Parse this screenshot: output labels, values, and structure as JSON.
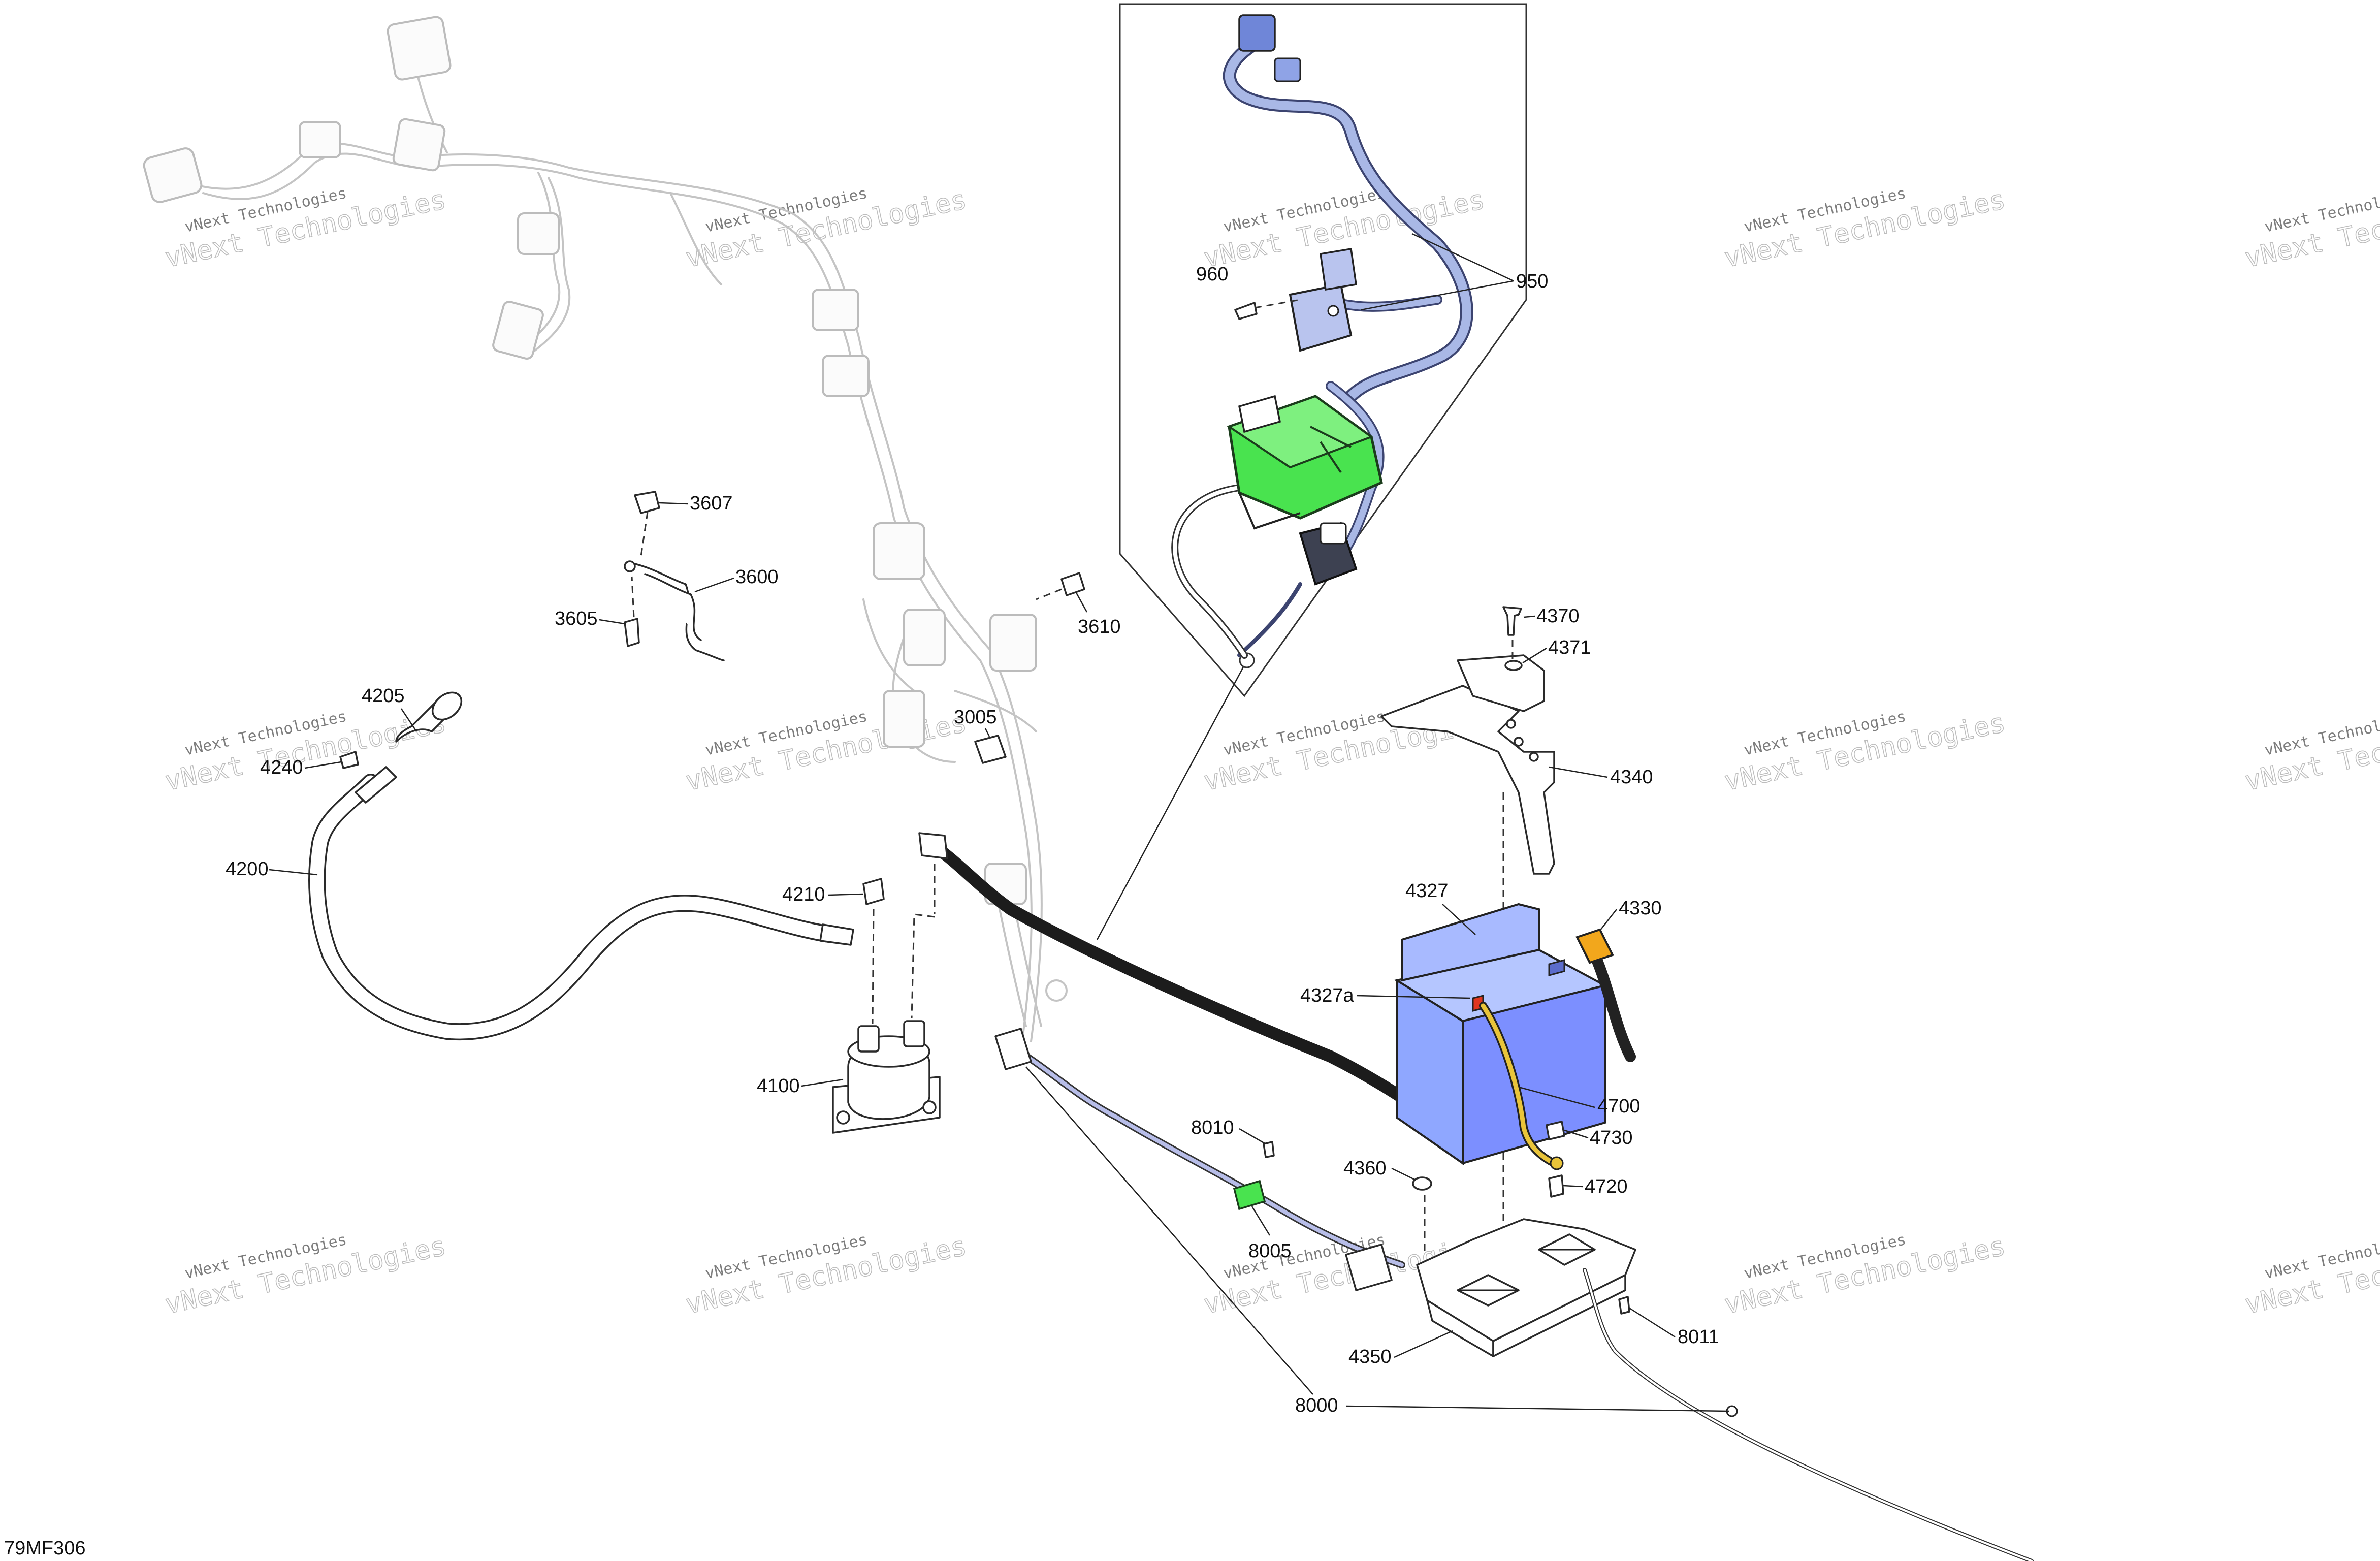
{
  "figure_id": "79MF306",
  "watermark": {
    "line1": "vNext Technologies",
    "line2": "vNext Technologies"
  },
  "colors": {
    "harness_blue": "#a9b8e6",
    "fuse_box_green": "#49e34f",
    "battery_blue": "#8fa7ff",
    "cable_orange": "#f2a71c",
    "ground_strap": "#e9c43a"
  },
  "callouts": [
    {
      "id": "c960",
      "text": "960"
    },
    {
      "id": "c950",
      "text": "950"
    },
    {
      "id": "c3607",
      "text": "3607"
    },
    {
      "id": "c3600",
      "text": "3600"
    },
    {
      "id": "c3605",
      "text": "3605"
    },
    {
      "id": "c3610",
      "text": "3610"
    },
    {
      "id": "c4205",
      "text": "4205"
    },
    {
      "id": "c4240",
      "text": "4240"
    },
    {
      "id": "c3005",
      "text": "3005"
    },
    {
      "id": "c4200",
      "text": "4200"
    },
    {
      "id": "c4210",
      "text": "4210"
    },
    {
      "id": "c4100",
      "text": "4100"
    },
    {
      "id": "c4370",
      "text": "4370"
    },
    {
      "id": "c4371",
      "text": "4371"
    },
    {
      "id": "c4340",
      "text": "4340"
    },
    {
      "id": "c4327",
      "text": "4327"
    },
    {
      "id": "c4330",
      "text": "4330"
    },
    {
      "id": "c4327a",
      "text": "4327a"
    },
    {
      "id": "c4700",
      "text": "4700"
    },
    {
      "id": "c4730",
      "text": "4730"
    },
    {
      "id": "c4720",
      "text": "4720"
    },
    {
      "id": "c8010",
      "text": "8010"
    },
    {
      "id": "c4360",
      "text": "4360"
    },
    {
      "id": "c8005",
      "text": "8005"
    },
    {
      "id": "c8011",
      "text": "8011"
    },
    {
      "id": "c4350",
      "text": "4350"
    },
    {
      "id": "c8000",
      "text": "8000"
    }
  ]
}
